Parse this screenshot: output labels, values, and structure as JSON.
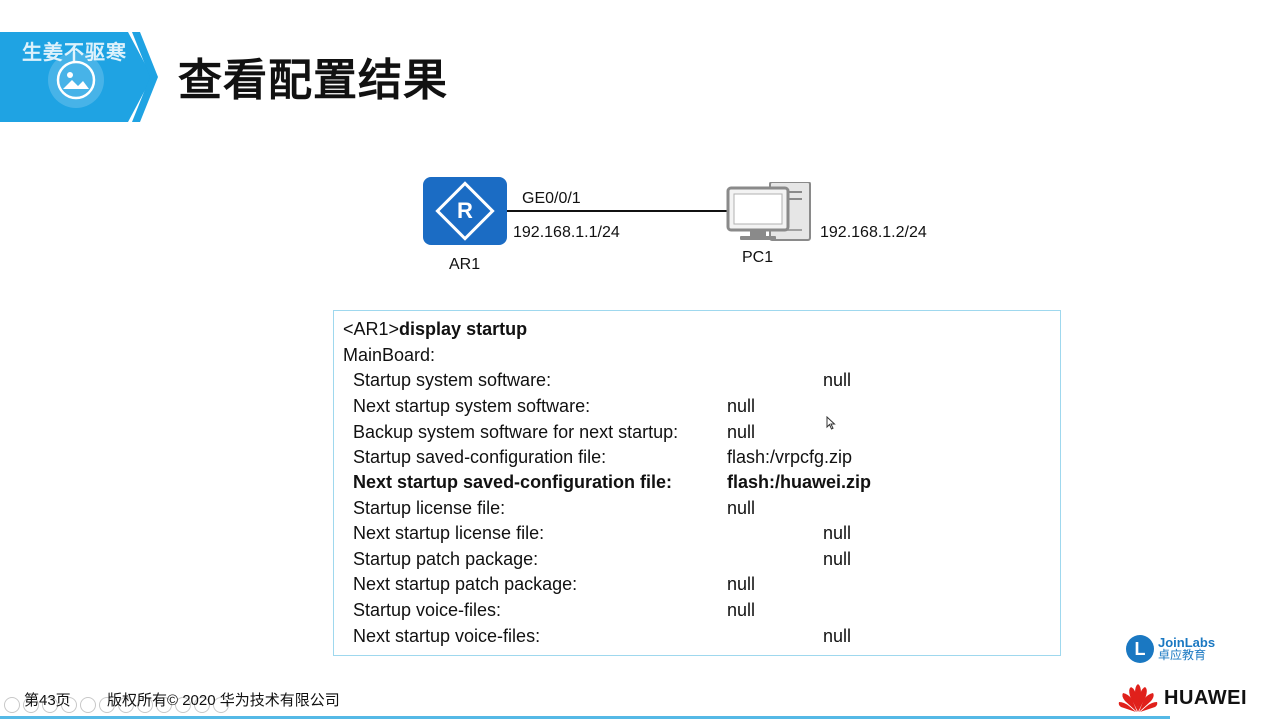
{
  "header": {
    "watermark": "生姜不驱寒",
    "title": "查看配置结果"
  },
  "topology": {
    "router_letter": "R",
    "router_name": "AR1",
    "interface": "GE0/0/1",
    "router_ip": "192.168.1.1/24",
    "pc_name": "PC1",
    "pc_ip": "192.168.1.2/24"
  },
  "terminal": {
    "prompt": "<AR1>",
    "command": "display startup",
    "section": "MainBoard:",
    "rows": [
      {
        "label": "Startup system software:",
        "value": "null"
      },
      {
        "label": "Next startup system software:",
        "value": "null"
      },
      {
        "label": "Backup system software for next startup:",
        "value": "null"
      },
      {
        "label": "Startup saved-configuration file:",
        "value": "flash:/vrpcfg.zip"
      },
      {
        "label": "Next startup saved-configuration file:",
        "value": "flash:/huawei.zip"
      },
      {
        "label": "Startup license file:",
        "value": "null"
      },
      {
        "label": "Next startup license file:",
        "value": "null"
      },
      {
        "label": "Startup patch package:",
        "value": "null"
      },
      {
        "label": "Next startup patch package:",
        "value": "null"
      },
      {
        "label": "Startup voice-files:",
        "value": "null"
      },
      {
        "label": "Next startup voice-files:",
        "value": "null"
      }
    ]
  },
  "footer": {
    "page": "第43页",
    "copyright": "版权所有© 2020 华为技术有限公司",
    "joinlabs_en": "JoinLabs",
    "joinlabs_cn": "卓应教育",
    "joinlabs_letter": "L",
    "huawei": "HUAWEI"
  },
  "colors": {
    "accent": "#1fa3e3",
    "router": "#1b6cc4",
    "terminal_border": "#9fd8ee"
  },
  "icons": [
    "image-icon",
    "router-icon",
    "pc-icon",
    "cursor-icon",
    "huawei-logo-icon",
    "joinlabs-logo-icon"
  ]
}
